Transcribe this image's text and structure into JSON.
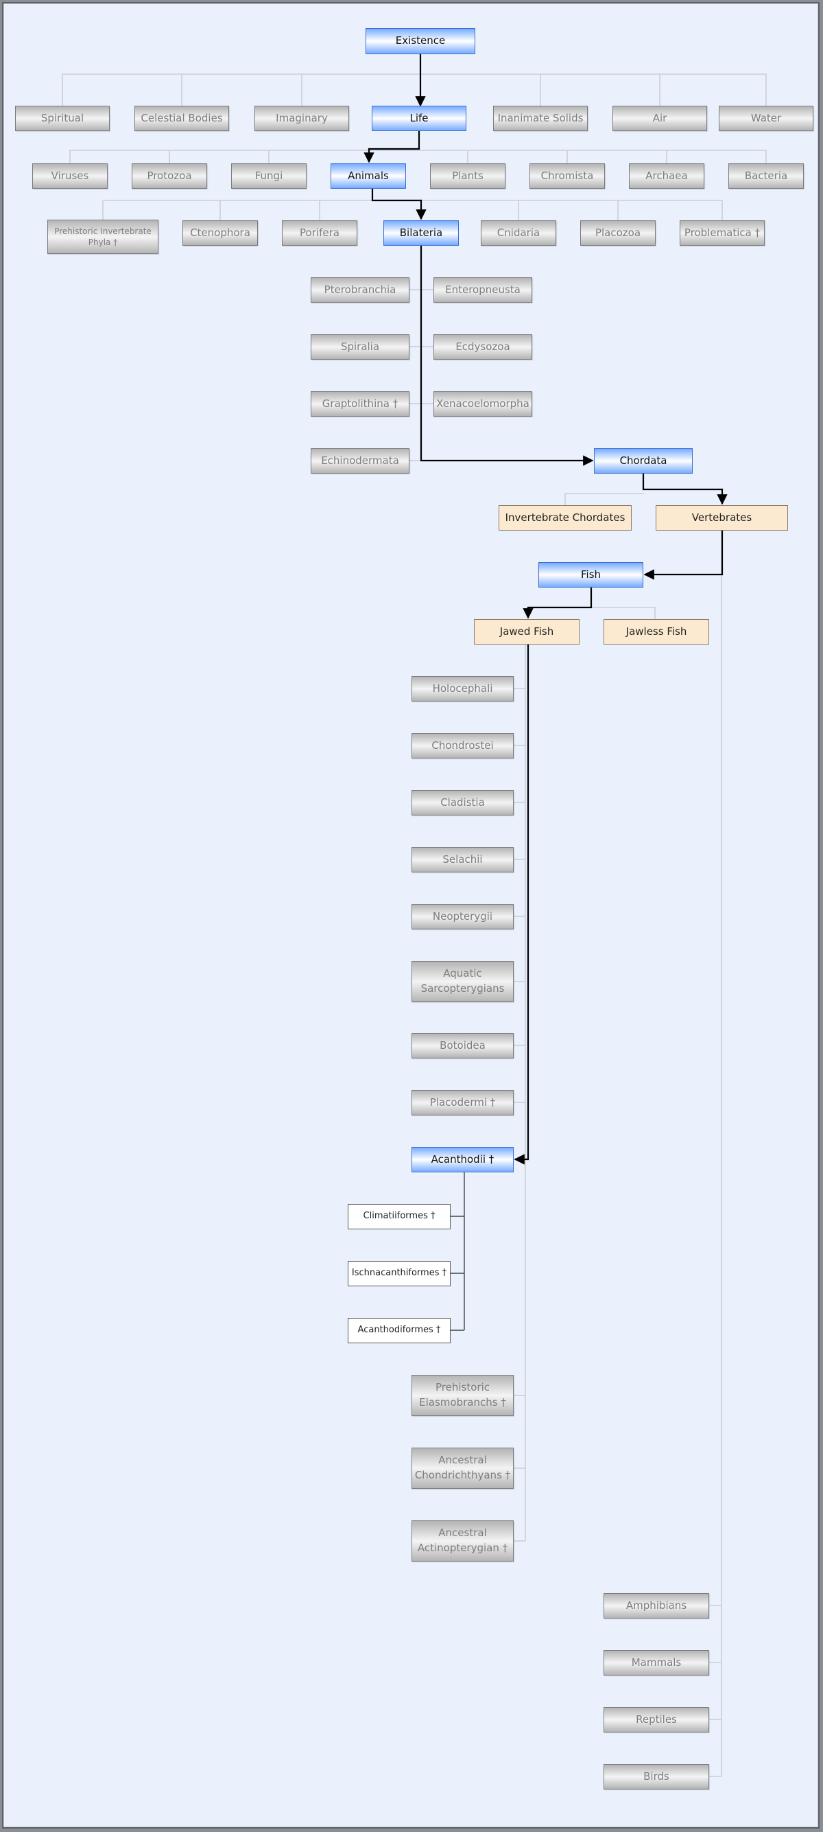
{
  "diagram": {
    "root": "Existence",
    "existence_children": [
      "Spiritual",
      "Celestial Bodies",
      "Imaginary",
      "Life",
      "Inanimate Solids",
      "Air",
      "Water"
    ],
    "life_children": [
      "Viruses",
      "Protozoa",
      "Fungi",
      "Animals",
      "Plants",
      "Chromista",
      "Archaea",
      "Bacteria"
    ],
    "animals_children": [
      "Prehistoric Invertebrate Phyla †",
      "Ctenophora",
      "Porifera",
      "Bilateria",
      "Cnidaria",
      "Placozoa",
      "Problematica †"
    ],
    "bilateria_children": [
      "Pterobranchia",
      "Enteropneusta",
      "Spiralia",
      "Ecdysozoa",
      "Graptolithina †",
      "Xenacoelomorpha",
      "Echinodermata",
      "Chordata"
    ],
    "chordata_children": [
      "Invertebrate Chordates",
      "Vertebrates"
    ],
    "vertebrates_children": [
      "Fish",
      "Amphibians",
      "Mammals",
      "Reptiles",
      "Birds"
    ],
    "fish_children": [
      "Jawed Fish",
      "Jawless Fish"
    ],
    "jawed_fish_children": [
      "Holocephali",
      "Chondrostei",
      "Cladistia",
      "Selachii",
      "Neopterygii",
      "Aquatic Sarcopterygians",
      "Botoidea",
      "Placodermi †",
      "Acanthodii †",
      "Prehistoric Elasmobranchs †",
      "Ancestral Chondrichthyans †",
      "Ancestral Actinopterygian †"
    ],
    "acanthodii_children": [
      "Climatiiformes †",
      "Ischnacanthiformes †",
      "Acanthodiformes †"
    ]
  },
  "colors": {
    "path_node": "#78acff",
    "branch_node": "#fcead0",
    "leaf_node": "#d8d8d8",
    "frame_background": "#eaf1fd",
    "path_line": "#000000",
    "connector_line": "#c9ced6"
  }
}
